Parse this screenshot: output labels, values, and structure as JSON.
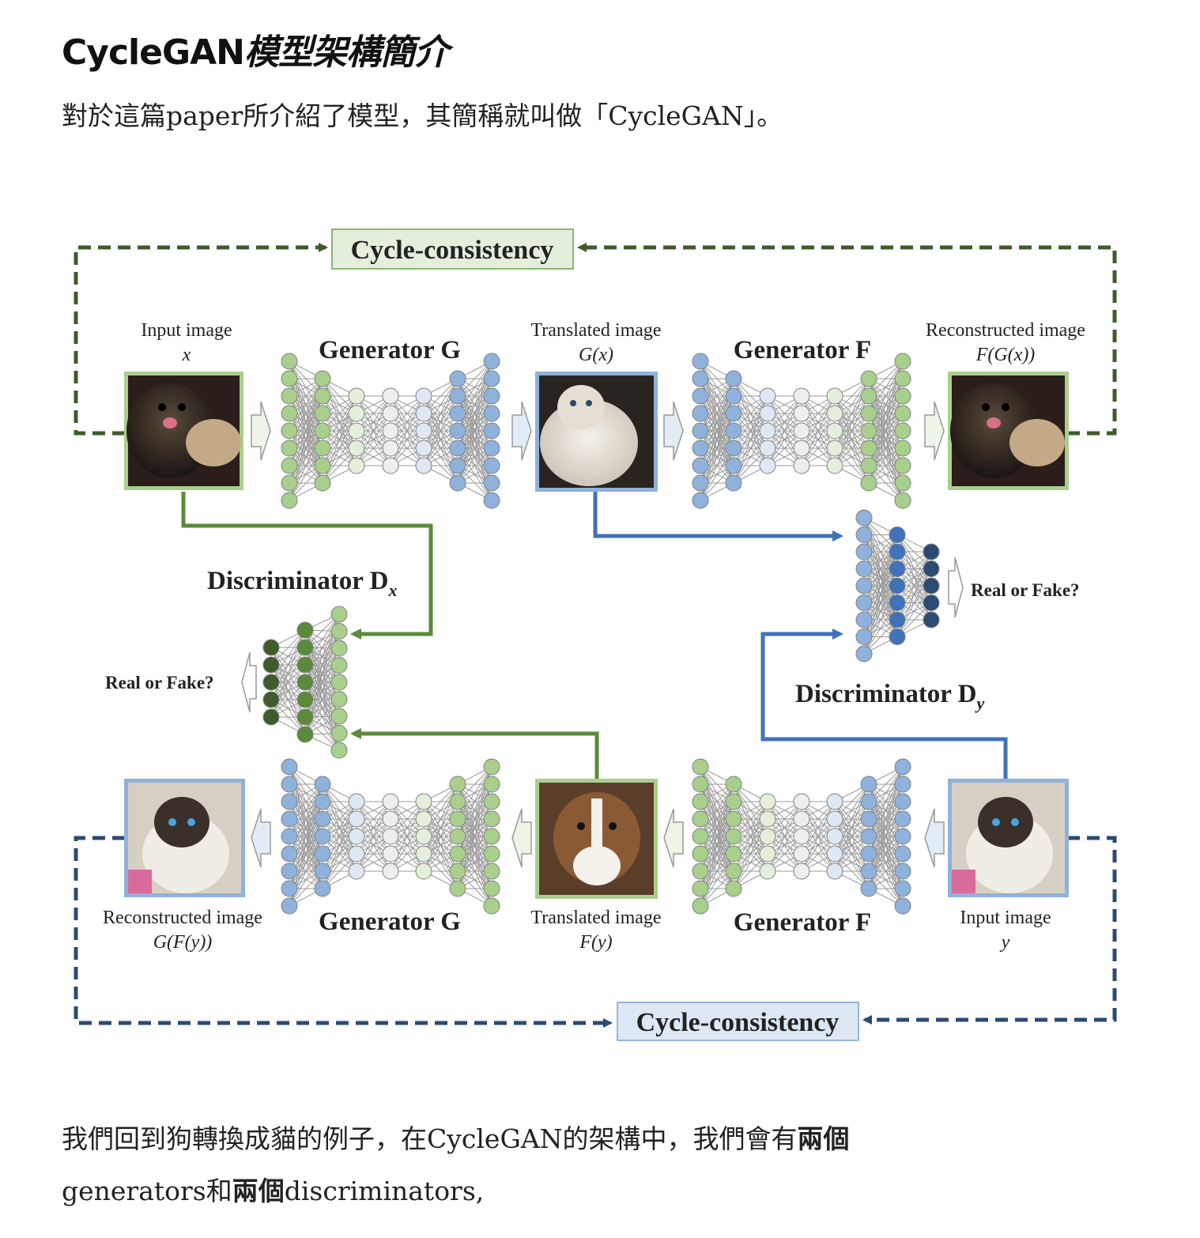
{
  "article": {
    "title_prefix": "CycleGAN",
    "title_rest": "模型架構簡介",
    "intro": "對於這篇paper所介紹了模型，其簡稱就叫做「CycleGAN」。",
    "body": {
      "part1": "我們回到狗轉換成貓的例子，在CycleGAN的架構中，我們會有",
      "bold1": "兩個",
      "part2": "generators和",
      "bold2": "兩個",
      "part3": "discriminators,"
    }
  },
  "figure": {
    "cycle_label_top": "Cycle-consistency",
    "cycle_label_bottom": "Cycle-consistency",
    "top_row": {
      "input_caption": "Input image",
      "input_symbol": "x",
      "generator_g": "Generator G",
      "translated_caption": "Translated image",
      "translated_symbol": "G(x)",
      "generator_f": "Generator F",
      "reconstructed_caption": "Reconstructed image",
      "reconstructed_symbol": "F(G(x))"
    },
    "bottom_row": {
      "reconstructed_caption": "Reconstructed image",
      "reconstructed_symbol": "G(F(y))",
      "generator_g": "Generator G",
      "translated_caption": "Translated image",
      "translated_symbol": "F(y)",
      "generator_f": "Generator F",
      "input_caption": "Input image",
      "input_symbol": "y"
    },
    "disc_x_label": "Discriminator D",
    "disc_x_sub": "x",
    "disc_y_label": "Discriminator D",
    "disc_y_sub": "y",
    "real_or_fake_left": "Real or Fake?",
    "real_or_fake_right": "Real or Fake?",
    "colors": {
      "green_dark": "#3f5a2c",
      "green": "#5a8a3a",
      "green_light": "#a9cf8c",
      "blue_dark": "#2d4a72",
      "blue": "#3f72b8",
      "blue_light": "#8fb2dc",
      "box_green": "#e3efda",
      "box_blue": "#dde8f4"
    },
    "images": {
      "x": "dog-photo",
      "G_x": "cat-photo",
      "F_G_x": "dog-photo",
      "G_F_y": "cat-photo",
      "F_y": "dog-photo",
      "y": "cat-photo"
    }
  }
}
